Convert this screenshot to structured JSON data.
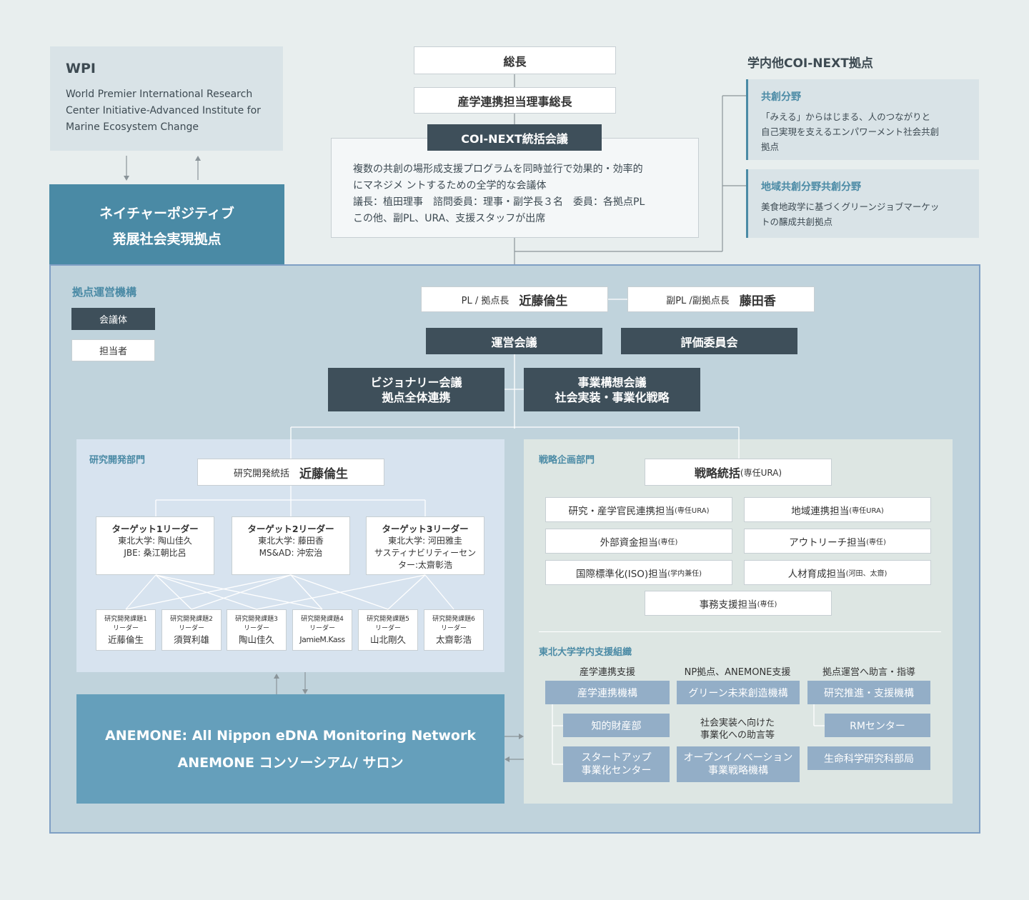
{
  "wpi": {
    "title": "WPI",
    "desc": [
      "World Premier International Research",
      "Center Initiative-Advanced Institute for",
      "Marine Ecosystem Change"
    ]
  },
  "top": {
    "president": "総長",
    "exec_director": "産学連携担当理事総長",
    "coi_council": {
      "title": "COI-NEXT統括会議",
      "lines": [
        "複数の共創の場形成支援プログラムを同時並行で効果的・効率的",
        "にマネジメ ントするための全学的な会議体",
        "議長：植田理事　諮問委員：理事・副学長３名　委員：各拠点PL",
        "この他、副PL、URA、支援スタッフが出席"
      ]
    }
  },
  "other_coi": {
    "title": "学内他COI-NEXT拠点",
    "items": [
      {
        "title": "共創分野",
        "desc": [
          "「みえる」からはじまる、人のつながりと",
          "自己実現を支えるエンパワーメント社会共創",
          "拠点"
        ]
      },
      {
        "title": "地域共創分野共創分野",
        "desc": [
          "美食地政学に基づくグリーンジョブマーケッ",
          "トの醸成共創拠点"
        ]
      }
    ]
  },
  "base_name": [
    "ネイチャーポジティブ",
    "発展社会実現拠点"
  ],
  "ops": {
    "title": "拠点運営機構",
    "legend": {
      "council": "会議体",
      "person": "担当者"
    },
    "pl": {
      "role": "PL / 拠点長",
      "name": "近藤倫生"
    },
    "vice_pl": {
      "role": "副PL /副拠点長",
      "name": "藤田香"
    },
    "management_council": "運営会議",
    "evaluation_committee": "評価委員会",
    "visionary": [
      "ビジョナリー会議",
      "拠点全体連携"
    ],
    "business_plan": [
      "事業構想会議",
      "社会実装・事業化戦略"
    ]
  },
  "rd": {
    "title": "研究開発部門",
    "head": {
      "role": "研究開発統括",
      "name": "近藤倫生"
    },
    "targets": [
      {
        "title": "ターゲット1リーダー",
        "lines": [
          "東北大学: 陶山佳久",
          "JBE: 桑江朝比呂"
        ]
      },
      {
        "title": "ターゲット2リーダー",
        "lines": [
          "東北大学: 藤田香",
          "MS&AD: 沖宏治"
        ]
      },
      {
        "title": "ターゲット3リーダー",
        "lines": [
          "東北大学: 河田雅圭",
          "サスティナビリティーセン",
          "ター:太齋彰浩"
        ]
      }
    ],
    "themes": [
      {
        "label": "研究開発課題1",
        "sub": "リーダー",
        "name": "近藤倫生"
      },
      {
        "label": "研究開発課題2",
        "sub": "リーダー",
        "name": "須賀利雄"
      },
      {
        "label": "研究開発課題3",
        "sub": "リーダー",
        "name": "陶山佳久"
      },
      {
        "label": "研究開発課題4",
        "sub": "リーダー",
        "name": "JamieM.Kass"
      },
      {
        "label": "研究開発課題5",
        "sub": "リーダー",
        "name": "山北剛久"
      },
      {
        "label": "研究開発課題6",
        "sub": "リーダー",
        "name": "太齋彰浩"
      }
    ]
  },
  "anemone": [
    "ANEMONE: All Nippon eDNA Monitoring Network",
    "ANEMONE コンソーシアム/ サロン"
  ],
  "strategy": {
    "title": "戦略企画部門",
    "head": {
      "main": "戦略統括",
      "note": "(専任URA)"
    },
    "roles": [
      {
        "main": "研究・産学官民連携担当",
        "note": "(専任URA)"
      },
      {
        "main": "地域連携担当",
        "note": "(専任URA)"
      },
      {
        "main": "外部資金担当",
        "note": "(専任)"
      },
      {
        "main": "アウトリーチ担当",
        "note": "(専任)"
      },
      {
        "main": "国際標準化(ISO)担当",
        "note": "(学内兼任)"
      },
      {
        "main": "人材育成担当",
        "note": "(河田、太齋)"
      },
      {
        "main": "事務支援担当",
        "note": "(専任)"
      }
    ]
  },
  "support": {
    "title": "東北大学学内支援組織",
    "col1_label": "産学連携支援",
    "col2_label": "NP拠点、ANEMONE支援",
    "col3_label": "拠点運営へ助言・指導",
    "col1_main": "産学連携機構",
    "col1_sub1": "知的財産部",
    "col1_sub2": [
      "スタートアップ",
      "事業化センター"
    ],
    "col2_main": "グリーン未来創造機構",
    "col2_note": [
      "社会実装へ向けた",
      "事業化への助言等"
    ],
    "col2_sub": [
      "オープンイノベーション",
      "事業戦略機構"
    ],
    "col3_main": "研究推進・支援機構",
    "col3_sub": "RMセンター",
    "col3_extra": "生命科学研究科部局"
  },
  "colors": {
    "background": "#e8eeee",
    "dark_box": "#3e4f5a",
    "accent_blue": "#4a8aa5",
    "frame_border": "#7f9fc4",
    "ops_bg": "#c0d3dc",
    "rd_bg": "#d7e3ef",
    "strategy_bg": "#dde6e3",
    "support_box": "#93aec7",
    "anemone_bg": "#659fbb"
  }
}
